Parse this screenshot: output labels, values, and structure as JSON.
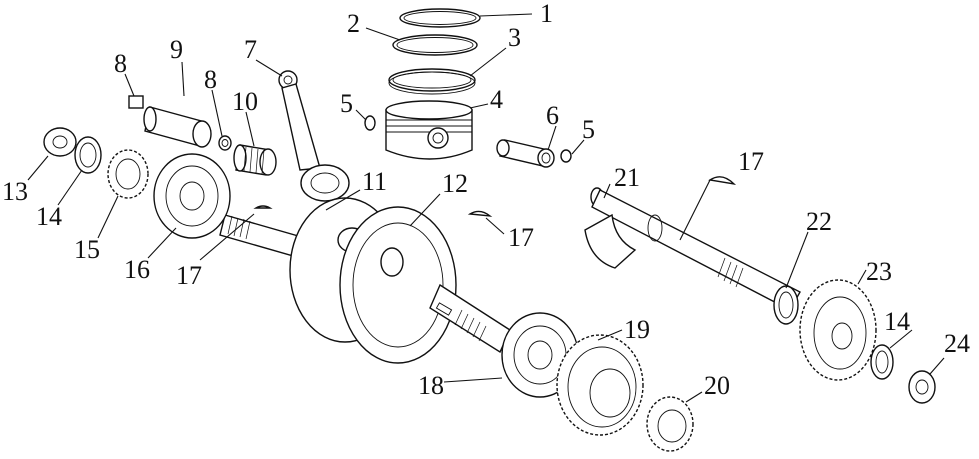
{
  "diagram": {
    "callouts": [
      {
        "id": "c1",
        "label": "1"
      },
      {
        "id": "c2",
        "label": "2"
      },
      {
        "id": "c3",
        "label": "3"
      },
      {
        "id": "c4",
        "label": "4"
      },
      {
        "id": "c5a",
        "label": "5"
      },
      {
        "id": "c5b",
        "label": "5"
      },
      {
        "id": "c6",
        "label": "6"
      },
      {
        "id": "c7",
        "label": "7"
      },
      {
        "id": "c8a",
        "label": "8"
      },
      {
        "id": "c8b",
        "label": "8"
      },
      {
        "id": "c9",
        "label": "9"
      },
      {
        "id": "c10",
        "label": "10"
      },
      {
        "id": "c11",
        "label": "11"
      },
      {
        "id": "c12",
        "label": "12"
      },
      {
        "id": "c13",
        "label": "13"
      },
      {
        "id": "c14a",
        "label": "14"
      },
      {
        "id": "c14b",
        "label": "14"
      },
      {
        "id": "c15",
        "label": "15"
      },
      {
        "id": "c16",
        "label": "16"
      },
      {
        "id": "c17a",
        "label": "17"
      },
      {
        "id": "c17b",
        "label": "17"
      },
      {
        "id": "c17c",
        "label": "17"
      },
      {
        "id": "c18",
        "label": "18"
      },
      {
        "id": "c19",
        "label": "19"
      },
      {
        "id": "c20",
        "label": "20"
      },
      {
        "id": "c21",
        "label": "21"
      },
      {
        "id": "c22",
        "label": "22"
      },
      {
        "id": "c23",
        "label": "23"
      },
      {
        "id": "c24",
        "label": "24"
      }
    ],
    "highlight_color": "#2e9e2e",
    "line_color": "#111111"
  }
}
